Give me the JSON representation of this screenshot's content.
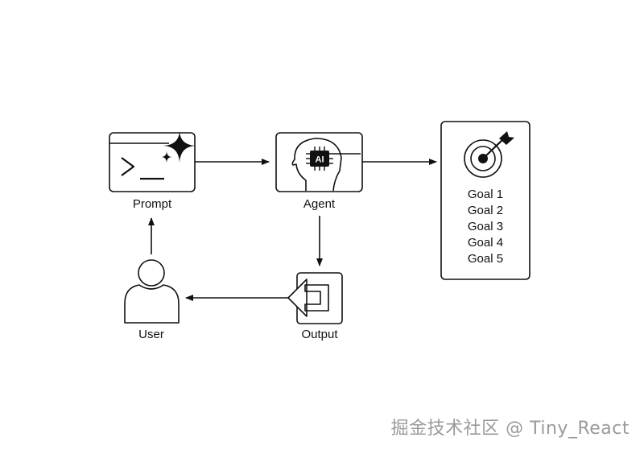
{
  "nodes": {
    "prompt": {
      "label": "Prompt"
    },
    "agent": {
      "label": "Agent",
      "chip_text": "AI"
    },
    "goals": {
      "items": [
        "Goal 1",
        "Goal 2",
        "Goal 3",
        "Goal 4",
        "Goal 5"
      ]
    },
    "output": {
      "label": "Output"
    },
    "user": {
      "label": "User"
    }
  },
  "watermark": "掘金技术社区 @ Tiny_React",
  "colors": {
    "stroke": "#111111",
    "background": "#ffffff",
    "watermark": "#9a9a9a"
  }
}
